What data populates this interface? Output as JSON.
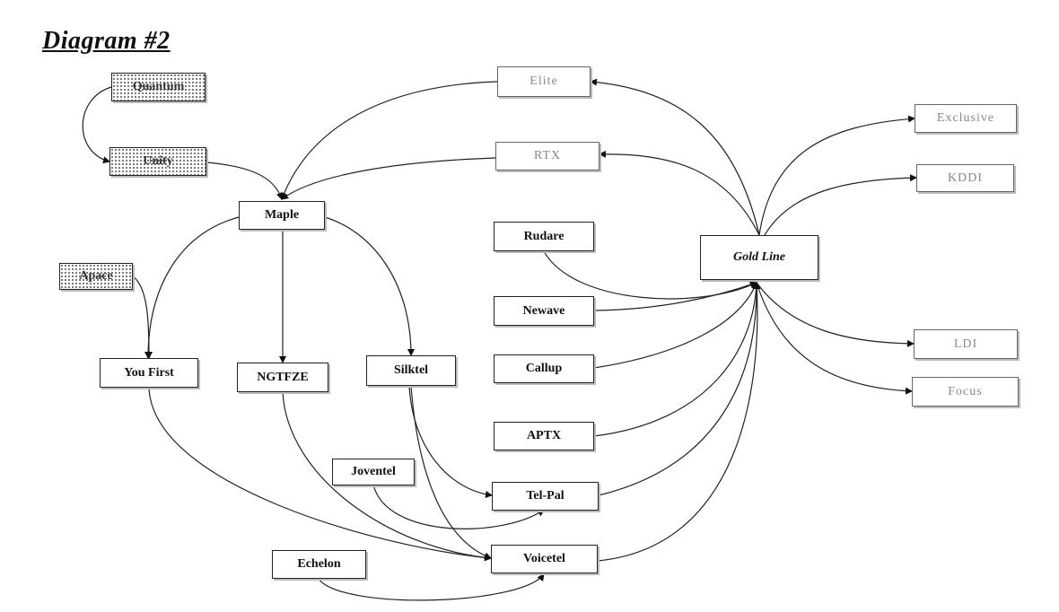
{
  "title": "Diagram #2",
  "nodes": {
    "quantum": "Quantum",
    "unity": "Unity",
    "maple": "Maple",
    "apace": "Apace",
    "you_first": "You First",
    "ngtfze": "NGTFZE",
    "silktel": "Silktel",
    "elite": "Elite",
    "rtx": "RTX",
    "rudare": "Rudare",
    "newave": "Newave",
    "callup": "Callup",
    "aptx": "APTX",
    "joventel": "Joventel",
    "tel_pal": "Tel-Pal",
    "echelon": "Echelon",
    "voicetel": "Voicetel",
    "gold_line": "Gold Line",
    "exclusive": "Exclusive",
    "kddi": "KDDI",
    "ldi": "LDI",
    "focus": "Focus"
  },
  "edges": [
    {
      "from": "quantum",
      "to": "unity"
    },
    {
      "from": "unity",
      "to": "maple"
    },
    {
      "from": "maple",
      "to": "you_first"
    },
    {
      "from": "maple",
      "to": "ngtfze"
    },
    {
      "from": "maple",
      "to": "silktel"
    },
    {
      "from": "apace",
      "to": "you_first"
    },
    {
      "from": "gold_line",
      "to": "elite"
    },
    {
      "from": "gold_line",
      "to": "rtx"
    },
    {
      "from": "elite",
      "to": "maple"
    },
    {
      "from": "rtx",
      "to": "maple"
    },
    {
      "from": "gold_line",
      "to": "exclusive"
    },
    {
      "from": "gold_line",
      "to": "kddi"
    },
    {
      "from": "gold_line",
      "to": "ldi"
    },
    {
      "from": "gold_line",
      "to": "focus"
    },
    {
      "from": "rudare",
      "to": "gold_line"
    },
    {
      "from": "newave",
      "to": "gold_line"
    },
    {
      "from": "callup",
      "to": "gold_line"
    },
    {
      "from": "aptx",
      "to": "gold_line"
    },
    {
      "from": "tel_pal",
      "to": "gold_line"
    },
    {
      "from": "voicetel",
      "to": "gold_line"
    },
    {
      "from": "silktel",
      "to": "tel_pal"
    },
    {
      "from": "silktel",
      "to": "voicetel"
    },
    {
      "from": "joventel",
      "to": "tel_pal"
    },
    {
      "from": "you_first",
      "to": "voicetel"
    },
    {
      "from": "ngtfze",
      "to": "voicetel"
    },
    {
      "from": "echelon",
      "to": "voicetel"
    }
  ]
}
